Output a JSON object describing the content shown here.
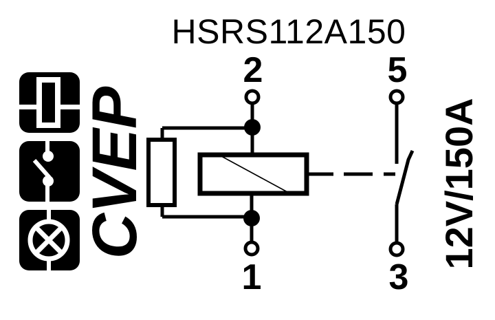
{
  "title": "HSRS112A150",
  "rating_label": "12V/150A",
  "logo_text": "CVEP",
  "icons": [
    "fuse-icon",
    "switch-icon",
    "lamp-icon"
  ],
  "terminals": {
    "coil_top": "2",
    "coil_bottom": "1",
    "contact_top": "5",
    "contact_bottom": "3"
  },
  "colors": {
    "ink": "#000000",
    "background": "#ffffff"
  }
}
